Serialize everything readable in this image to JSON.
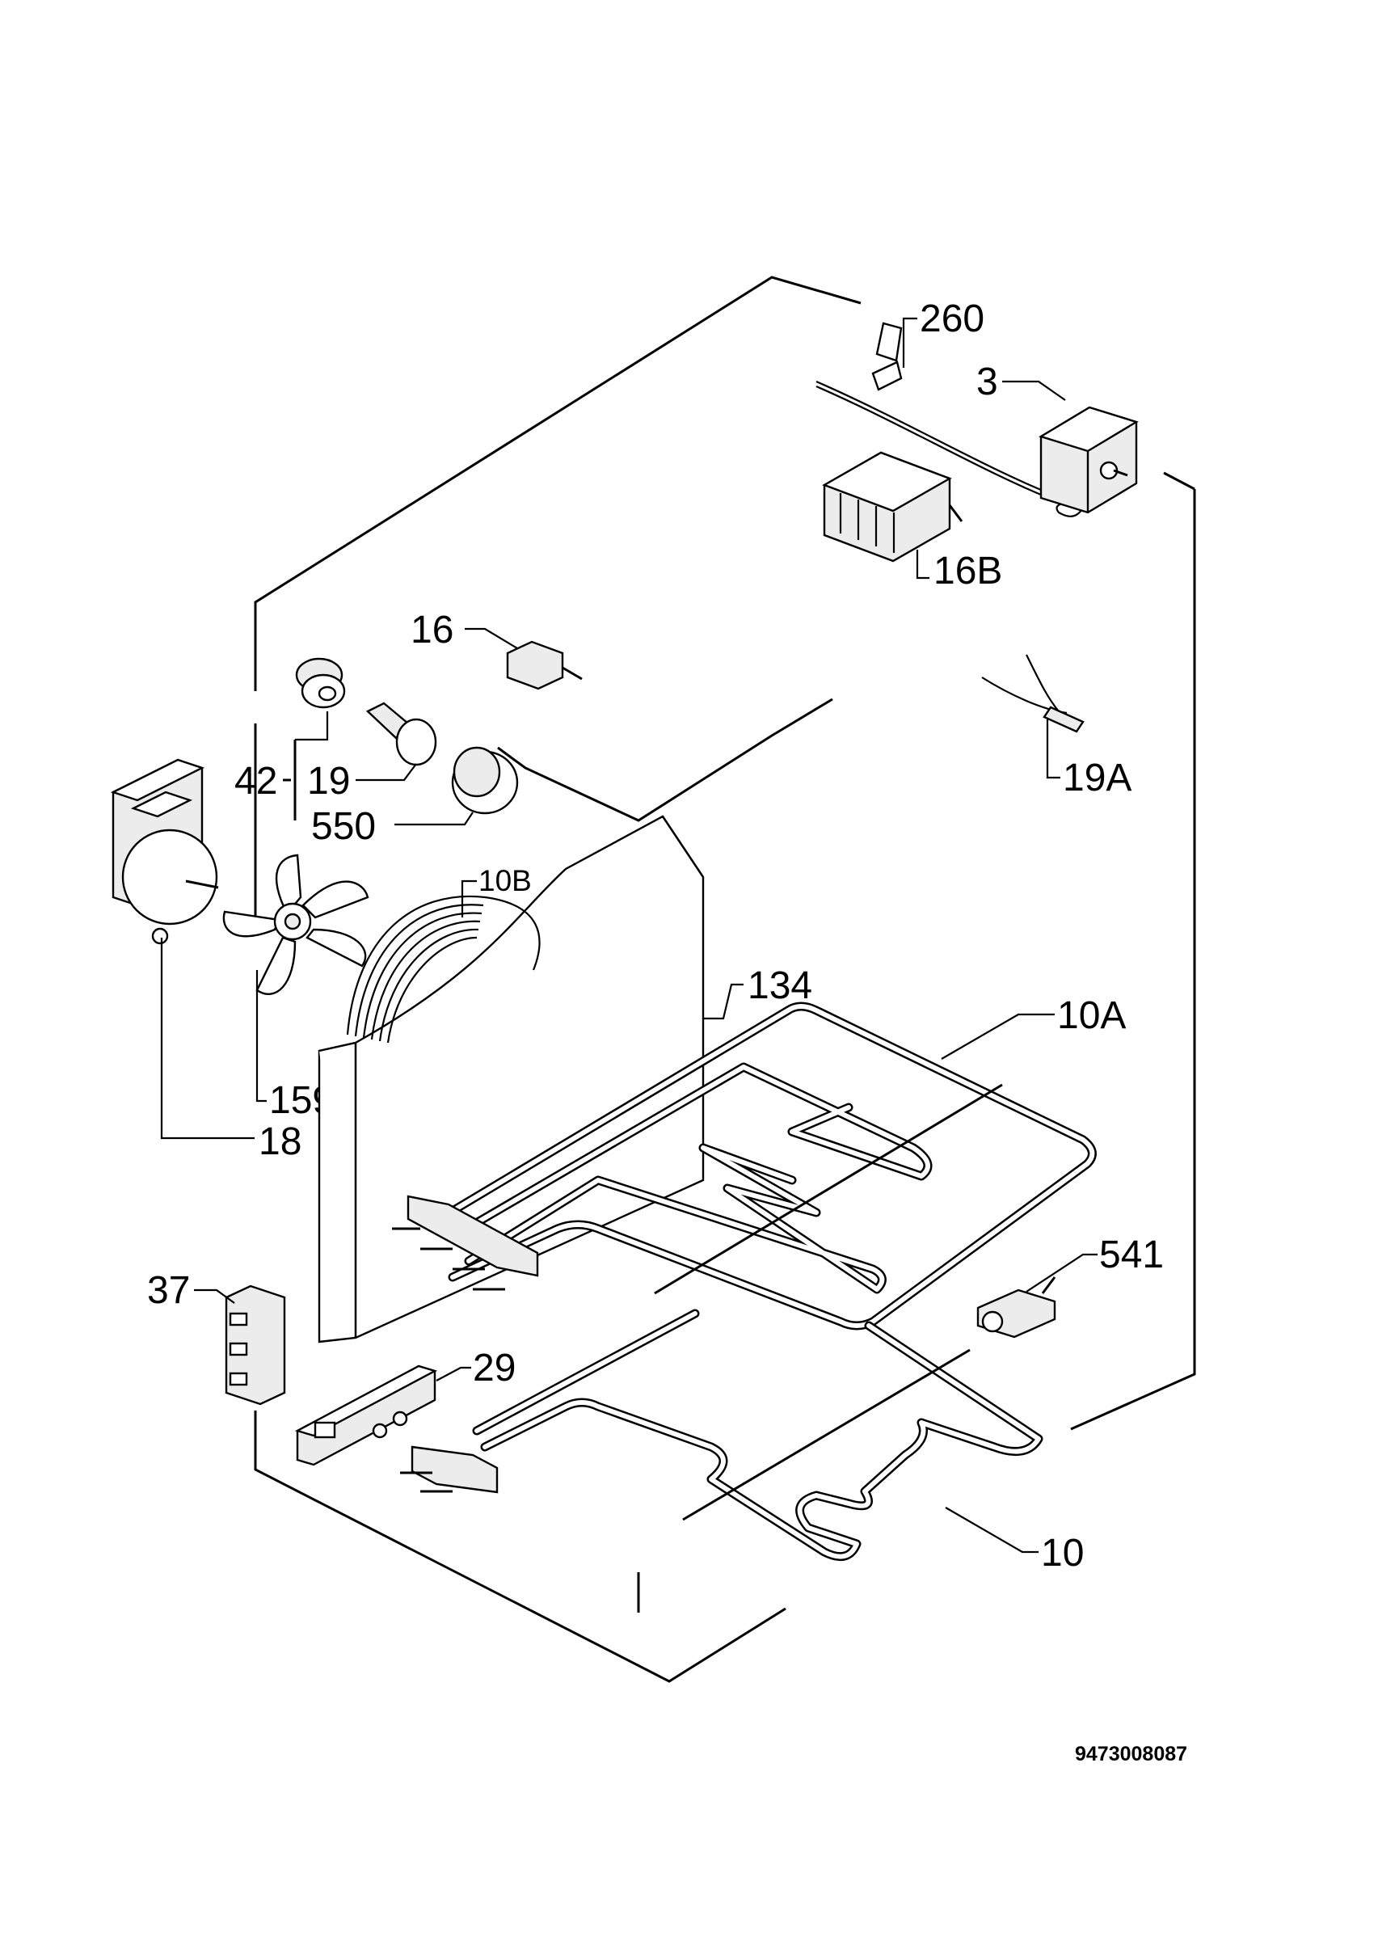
{
  "labels": {
    "l260": "260",
    "l3": "3",
    "l16b": "16B",
    "l16": "16",
    "l19a": "19A",
    "l42": "42",
    "l19": "19",
    "l550": "550",
    "l10b": "10B",
    "l134": "134",
    "l10a": "10A",
    "l159": "159",
    "l18": "18",
    "l541": "541",
    "l37": "37",
    "l29": "29",
    "l10": "10"
  },
  "drawing_code": "9473008087"
}
